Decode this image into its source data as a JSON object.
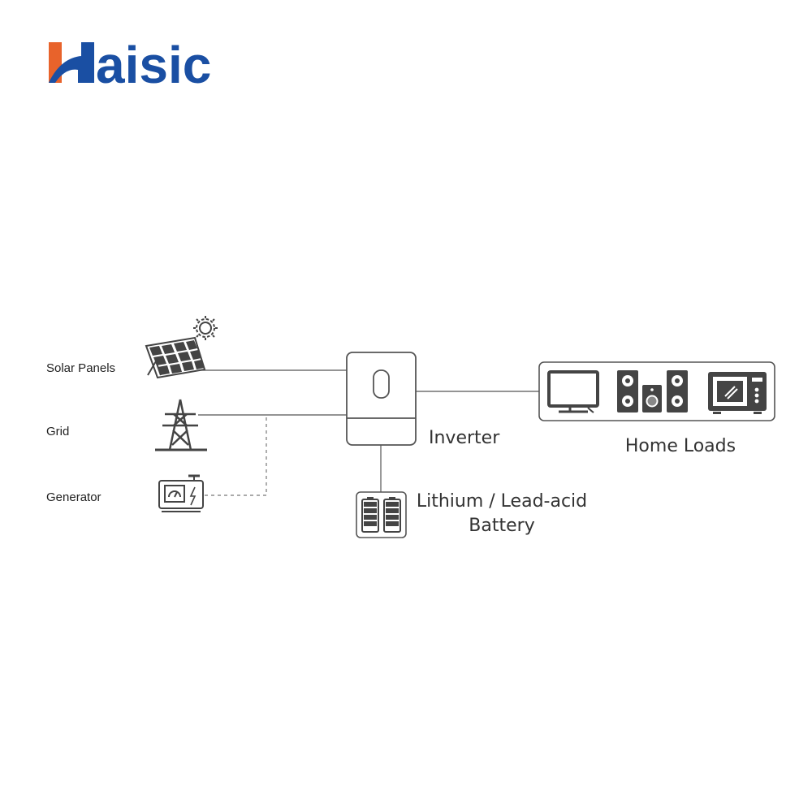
{
  "brand": {
    "name": "aisic",
    "colors": {
      "blue": "#1a4fa3",
      "orange": "#e8632b"
    }
  },
  "nodes": {
    "solar": {
      "label": "Solar Panels",
      "icon": "solar-panel-icon"
    },
    "grid": {
      "label": "Grid",
      "icon": "power-tower-icon"
    },
    "generator": {
      "label": "Generator",
      "icon": "generator-icon"
    },
    "inverter": {
      "label": "Inverter",
      "icon": "inverter-icon"
    },
    "battery": {
      "label_line1": "Lithium / Lead-acid",
      "label_line2": "Battery",
      "icon": "battery-icon"
    },
    "loads": {
      "label": "Home Loads",
      "icons": [
        "tv-icon",
        "speakers-icon",
        "microwave-icon"
      ]
    }
  },
  "colors": {
    "line": "#555555",
    "icon": "#444444",
    "dashed": "#777777"
  }
}
